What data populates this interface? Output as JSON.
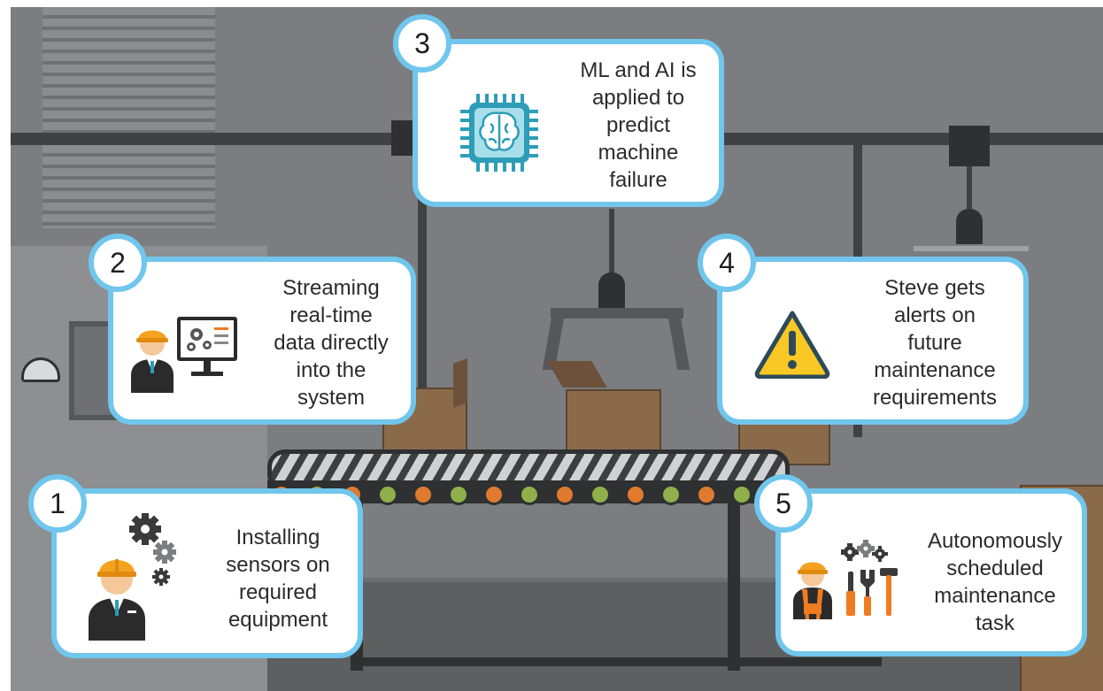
{
  "colors": {
    "card_border": "#70c6ec",
    "background": "#7b7d80",
    "worker_helmet": "#f4a21f",
    "warning": "#f8c924",
    "chip": "#2d9db8",
    "tool_orange": "#f07c22"
  },
  "steps": [
    {
      "number": "1",
      "text": "Installing\nsensors on\nrequired\nequipment",
      "icon": "worker-with-gears-icon"
    },
    {
      "number": "2",
      "text": "Streaming\nreal-time\ndata directly\ninto the\nsystem",
      "icon": "worker-at-monitor-icon"
    },
    {
      "number": "3",
      "text": "ML and AI is\napplied to\npredict\nmachine\nfailure",
      "icon": "ai-brain-chip-icon"
    },
    {
      "number": "4",
      "text": "Steve gets\nalerts on\nfuture\nmaintenance\nrequirements",
      "icon": "warning-triangle-icon"
    },
    {
      "number": "5",
      "text": "Autonomously\nscheduled\nmaintenance\ntask",
      "icon": "worker-with-tools-icon"
    }
  ]
}
